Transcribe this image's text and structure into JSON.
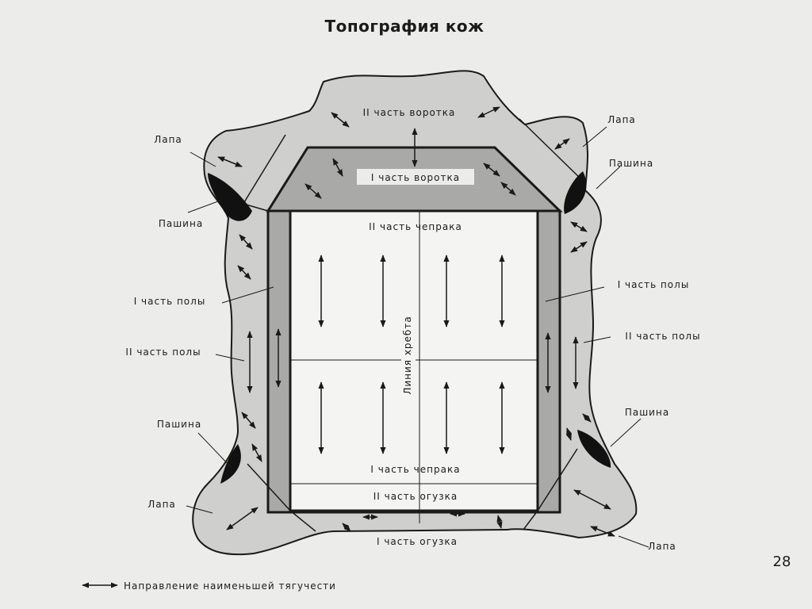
{
  "title": "Топография кож",
  "page_number": "28",
  "labels": {
    "vorotok_2": "II часть воротка",
    "vorotok_1": "I часть воротка",
    "cheprak_2": "II часть чепрака",
    "cheprak_1": "I часть чепрака",
    "oguzok_2": "II часть огузка",
    "oguzok_1": "I часть огузка",
    "spine": "Линия хребта",
    "lapa": "Лапа",
    "pashina": "Пашина",
    "pola_1": "I часть полы",
    "pola_2": "II часть полы"
  },
  "legend": {
    "text": "Направление наименьшей тягучести"
  },
  "colors": {
    "background": "#ececea",
    "hide_outer": "#cfcfcd",
    "inner_band": "#a9a9a7",
    "center_panel": "#f4f4f2",
    "pashina_spot": "#111111",
    "line": "#1a1a1a"
  }
}
